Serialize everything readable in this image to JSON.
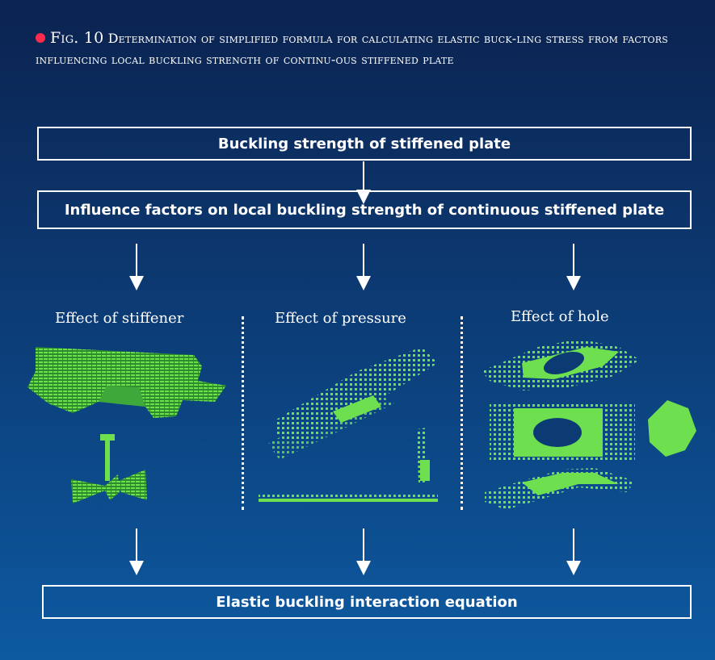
{
  "figure": {
    "fig_label": "Fig. 10",
    "caption": "Determination of simplified formula for calculating elastic buck-ling stress from factors influencing local buckling strength of continu-ous stiffened plate",
    "bullet_color": "#ff2a4d"
  },
  "flow": {
    "top_box": "Buckling strength of stiffened plate",
    "middle_box": "Influence factors on local buckling strength of continuous stiffened plate",
    "bottom_box": "Elastic buckling interaction equation"
  },
  "effects": [
    {
      "label": "Effect of stiffener"
    },
    {
      "label": "Effect of pressure"
    },
    {
      "label": "Effect of hole"
    }
  ],
  "colors": {
    "background_top": "#0b2350",
    "background_bottom": "#0d5aa1",
    "render_green": "#5ed447"
  }
}
